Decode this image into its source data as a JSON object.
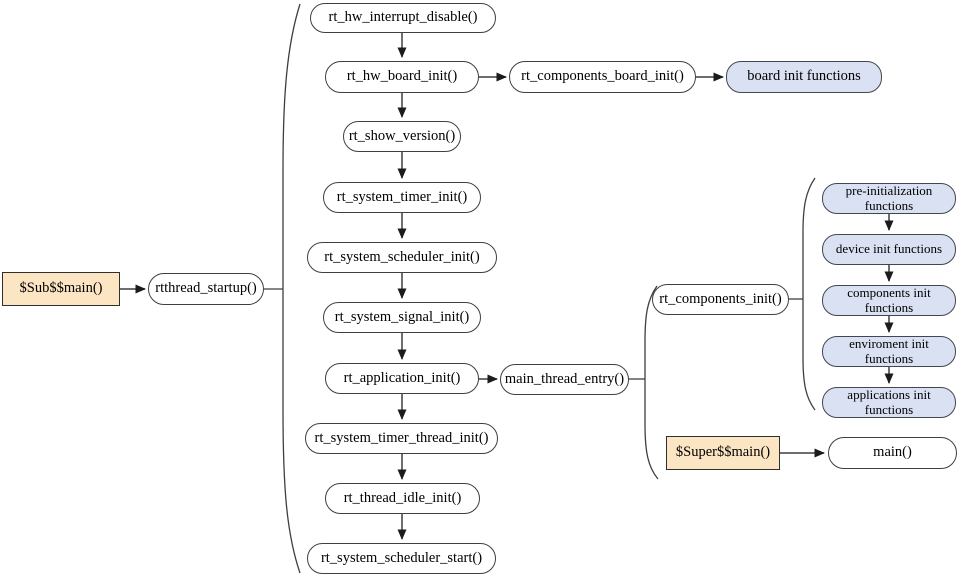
{
  "diagram": {
    "description": "RT-Thread startup sequence flowchart",
    "colors": {
      "process_fill": "#ffffff",
      "callout_fill": "#dae1f3",
      "entry_fill": "#fbe5c2",
      "line": "#3f3f3f"
    },
    "nodes": {
      "sub_main": "$Sub$$main()",
      "rtthread_startup": "rtthread_startup()",
      "rt_hw_interrupt_disable": "rt_hw_interrupt_disable()",
      "rt_hw_board_init": "rt_hw_board_init()",
      "rt_components_board_init": "rt_components_board_init()",
      "board_init_functions": "board init functions",
      "rt_show_version": "rt_show_version()",
      "rt_system_timer_init": "rt_system_timer_init()",
      "rt_system_scheduler_init": "rt_system_scheduler_init()",
      "rt_system_signal_init": "rt_system_signal_init()",
      "rt_application_init": "rt_application_init()",
      "main_thread_entry": "main_thread_entry()",
      "rt_system_timer_thread_init": "rt_system_timer_thread_init()",
      "rt_thread_idle_init": "rt_thread_idle_init()",
      "rt_system_scheduler_start": "rt_system_scheduler_start()",
      "rt_components_init": "rt_components_init()",
      "pre_initialization_functions": "pre-initialization functions",
      "device_init_functions": "device init functions",
      "components_init_functions": "components init functions",
      "enviroment_init_functions": "enviroment init functions",
      "applications_init_functions": "applications init functions",
      "super_main": "$Super$$main()",
      "main": "main()"
    }
  }
}
